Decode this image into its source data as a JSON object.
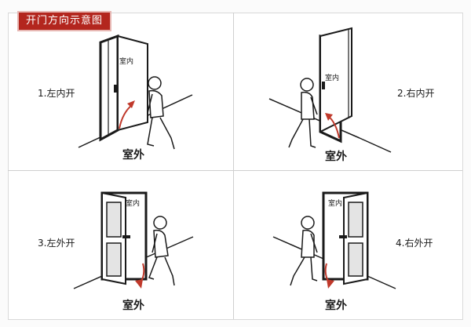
{
  "title": "开门方向示意图",
  "labels": {
    "indoor": "室内",
    "outdoor": "室外"
  },
  "panels": [
    {
      "id": "left-inward",
      "caption": "1.左内开",
      "hinge": "left",
      "swing": "inward"
    },
    {
      "id": "right-inward",
      "caption": "2.右内开",
      "hinge": "right",
      "swing": "inward"
    },
    {
      "id": "left-outward",
      "caption": "3.左外开",
      "hinge": "left",
      "swing": "outward"
    },
    {
      "id": "right-outward",
      "caption": "4.右外开",
      "hinge": "right",
      "swing": "outward"
    }
  ],
  "colors": {
    "title_bg": "#b3261e",
    "arrow": "#c0392b",
    "line": "#1a1a1a"
  }
}
